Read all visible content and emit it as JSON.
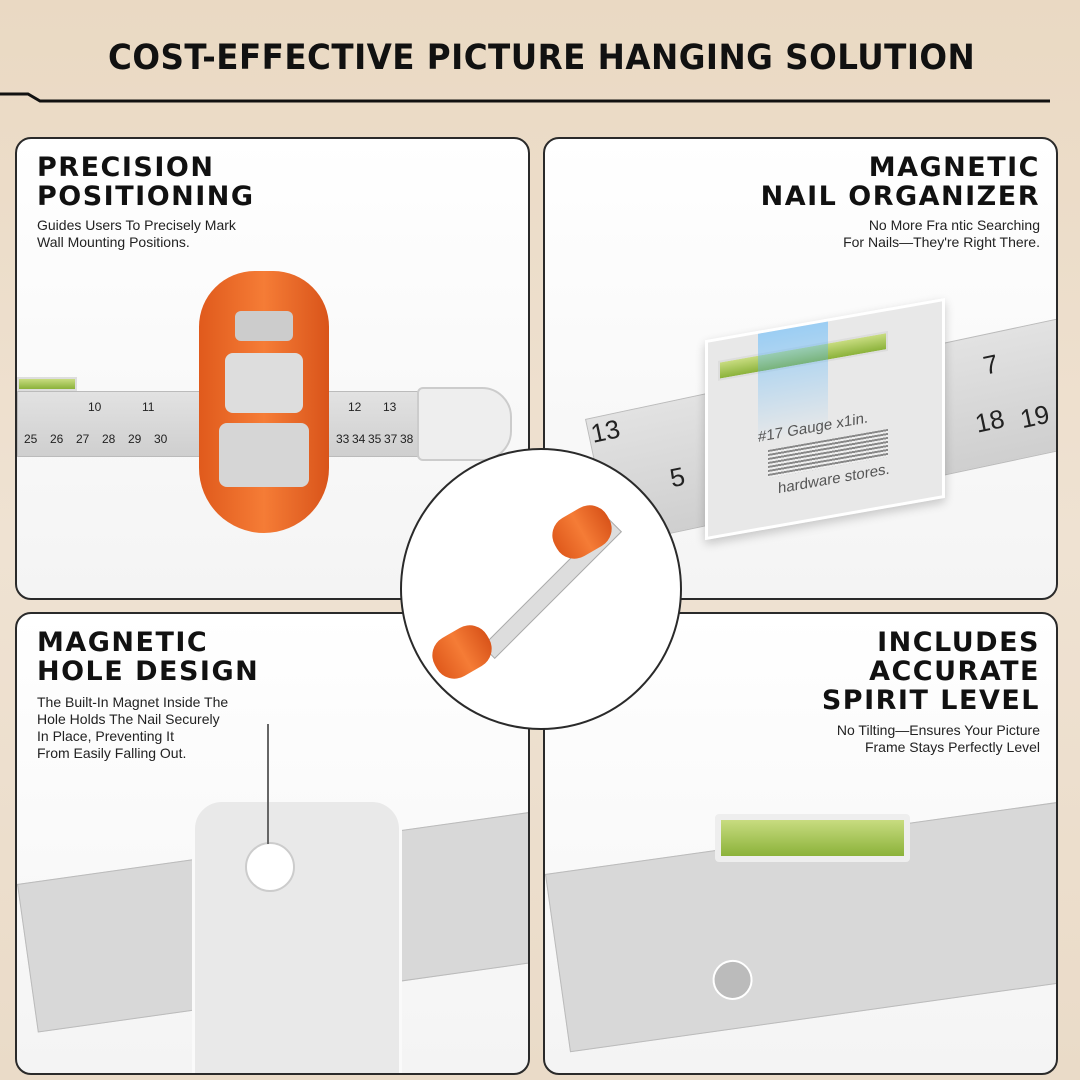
{
  "header": {
    "title": "COST-EFFECTIVE PICTURE HANGING SOLUTION"
  },
  "panels": [
    {
      "heading_line1": "PRECISION",
      "heading_line2": "POSITIONING",
      "desc_line1": "Guides Users To Precisely Mark",
      "desc_line2": "Wall Mounting Positions.",
      "ruler_top": [
        "10",
        "11",
        "12",
        "13"
      ],
      "ruler_bottom": [
        "25",
        "26",
        "27",
        "28",
        "29",
        "30",
        "33",
        "34",
        "35",
        "37",
        "38"
      ]
    },
    {
      "heading_line1": "MAGNETIC",
      "heading_line2": "NAIL ORGANIZER",
      "desc_line1": "No More Fra ntic Searching",
      "desc_line2": "For Nails—They're Right There.",
      "product_label1": "#17 Gauge x1in.",
      "product_label2": "hardware stores.",
      "ruler_numbers": [
        "5",
        "7",
        "18",
        "19",
        "13"
      ]
    },
    {
      "heading_line1": "MAGNETIC",
      "heading_line2": "HOLE DESIGN",
      "desc_lines": [
        "The Built-In Magnet Inside The",
        "Hole Holds The Nail Securely",
        "In Place, Preventing It",
        "From Easily Falling Out."
      ]
    },
    {
      "heading_line1": "INCLUDES",
      "heading_line2": "ACCURATE",
      "heading_line3": "SPIRIT LEVEL",
      "desc_line1": "No Tilting—Ensures Your Picture",
      "desc_line2": "Frame Stays Perfectly Level"
    }
  ],
  "colors": {
    "accent": "#f0702c",
    "level": "#9cc040",
    "background": "#ead9c3"
  }
}
